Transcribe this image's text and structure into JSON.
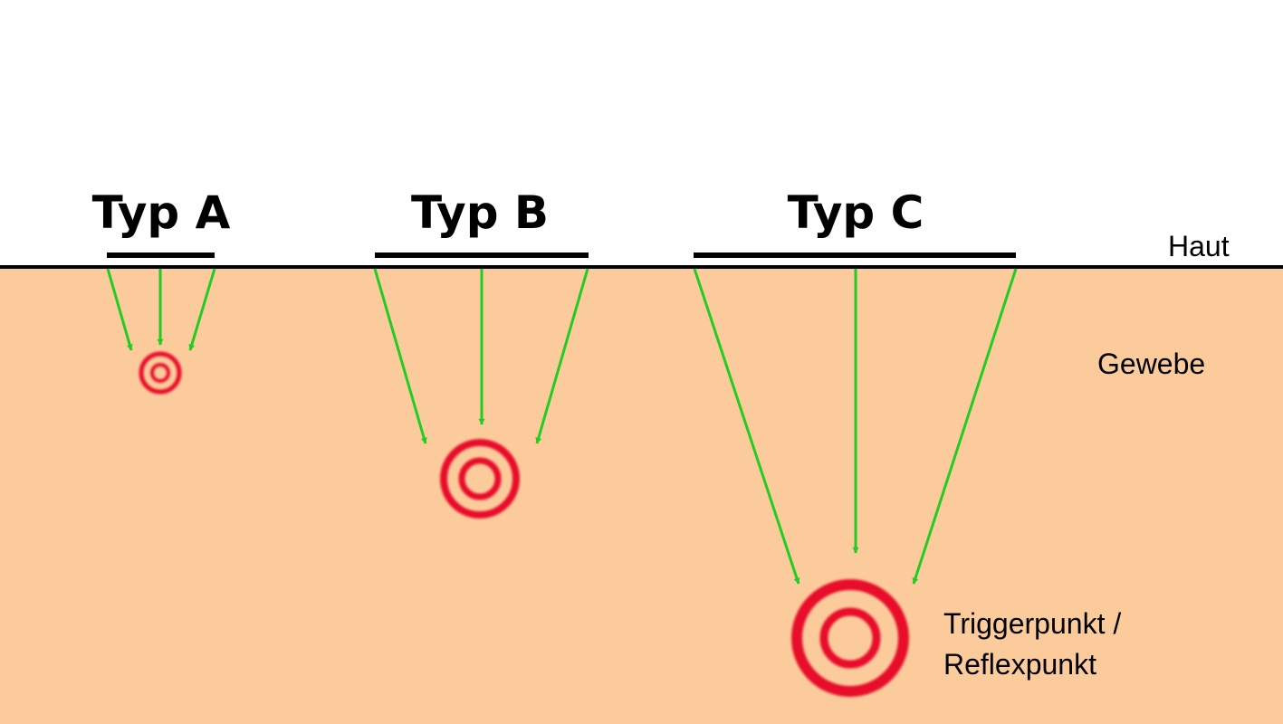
{
  "diagram": {
    "labels": {
      "skin": "Haut",
      "tissue": "Gewebe",
      "point_line1": "Triggerpunkt /",
      "point_line2": "Reflexpunkt"
    },
    "types": [
      {
        "id": "a",
        "title": "Typ A"
      },
      {
        "id": "b",
        "title": "Typ B"
      },
      {
        "id": "c",
        "title": "Typ C"
      }
    ],
    "colors": {
      "background": "#ffffff",
      "tissue": "#fbcb9b",
      "skin_line": "#000000",
      "arrow": "#22cc22",
      "target": "#e8102c"
    }
  }
}
